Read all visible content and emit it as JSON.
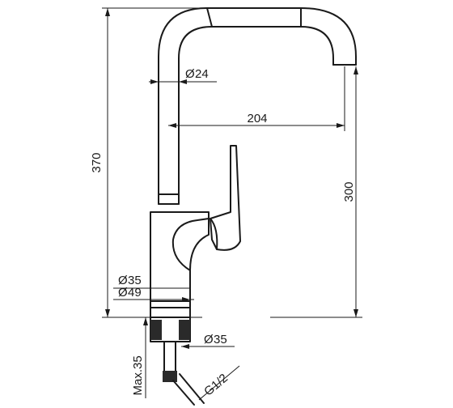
{
  "dimensions": {
    "total_height": "370",
    "spout_height": "300",
    "spout_reach": "204",
    "spout_diameter": "24",
    "body_diameter_inner": "35",
    "body_diameter_outer": "49",
    "mount_diameter": "35",
    "max_thickness": "35",
    "thread": "G1/2"
  },
  "symbols": {
    "diameter": "Ø",
    "max_prefix": "Max."
  },
  "colors": {
    "line": "#1a1a1a",
    "background": "#ffffff"
  }
}
